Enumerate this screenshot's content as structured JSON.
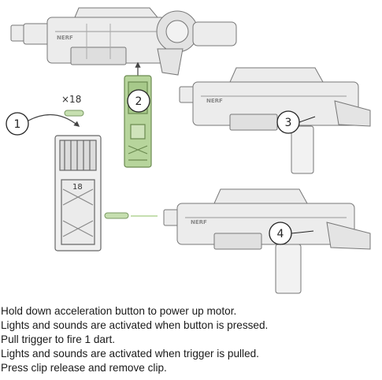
{
  "illustration": {
    "step_markers": [
      "1",
      "2",
      "3",
      "4"
    ],
    "dart_count_label": "×18",
    "clip_number": "18",
    "brand_logo_text": "NERF",
    "colors": {
      "outline": "#555555",
      "green_fill": "#b7d59c",
      "dart_green": "#c6dfb0",
      "gray_fill": "#e9e9e9"
    }
  },
  "instructions": [
    "Hold down acceleration button to power up motor.",
    "Lights and sounds are activated when button is pressed.",
    "Pull trigger to fire 1 dart.",
    "Lights and sounds are activated when trigger is pulled.",
    "Press clip release and remove clip."
  ]
}
